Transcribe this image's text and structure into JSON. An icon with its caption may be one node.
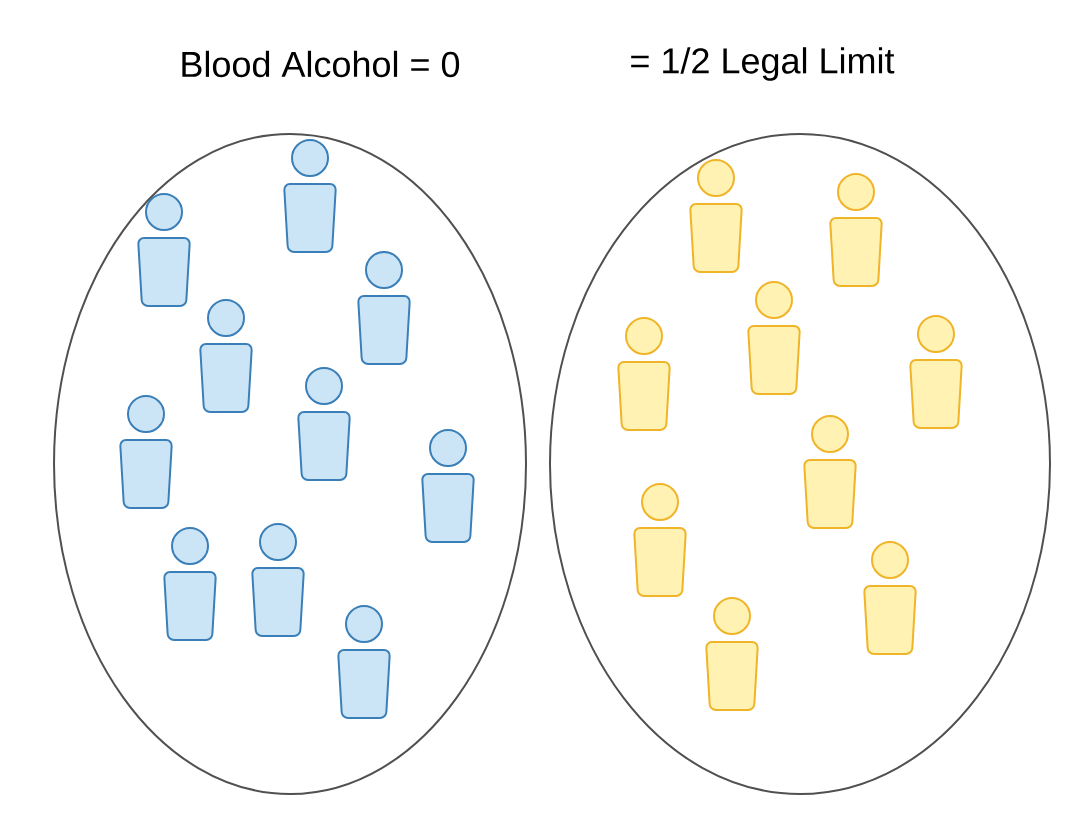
{
  "diagram": {
    "nodes": [
      {
        "text": [
          "Blood Alcohol = 0"
        ]
      },
      {
        "text": [
          "= 1/2 Legal Limit"
        ]
      },
      {
        "text": [],
        "shape": "person",
        "in": 0
      },
      {
        "text": [],
        "shape": "person",
        "in": 0
      },
      {
        "text": [],
        "shape": "person",
        "in": 0
      },
      {
        "text": [],
        "shape": "person",
        "in": 0
      },
      {
        "text": [],
        "shape": "person",
        "in": 0
      },
      {
        "text": [],
        "shape": "person",
        "in": 0
      },
      {
        "text": [],
        "shape": "person",
        "in": 0
      },
      {
        "text": [],
        "shape": "person",
        "in": 0
      },
      {
        "text": [],
        "shape": "person",
        "in": 0
      },
      {
        "text": [],
        "shape": "person",
        "in": 0
      },
      {
        "text": [],
        "shape": "person",
        "in": 1
      },
      {
        "text": [],
        "shape": "person",
        "in": 1
      },
      {
        "text": [],
        "shape": "person",
        "in": 1
      },
      {
        "text": [],
        "shape": "person",
        "in": 1
      },
      {
        "text": [],
        "shape": "person",
        "in": 1
      },
      {
        "text": [],
        "shape": "person",
        "in": 1
      },
      {
        "text": [],
        "shape": "person",
        "in": 1
      },
      {
        "text": [],
        "shape": "person",
        "in": 1
      },
      {
        "text": [],
        "shape": "person",
        "in": 1
      }
    ]
  }
}
